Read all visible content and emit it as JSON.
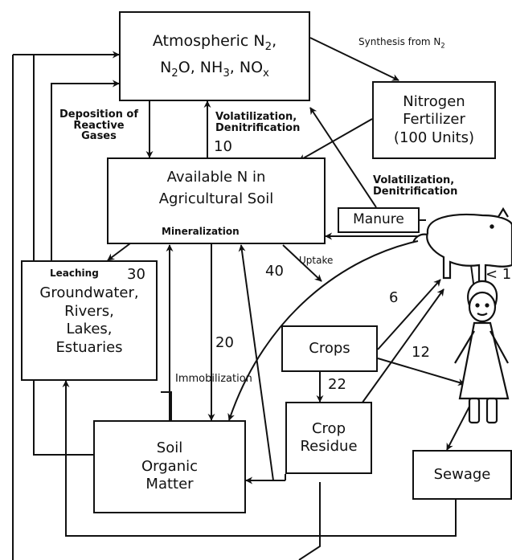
{
  "boxes": {
    "atmosphere": {
      "line1": "Atmospheric N",
      "line1_sub": "2",
      "line1_tail": ",",
      "line2a": "N",
      "line2a_sub": "2",
      "line2b": "O, NH",
      "line2b_sub": "3",
      "line2c": ", NO",
      "line2c_sub": "x"
    },
    "fertilizer": {
      "line1": "Nitrogen",
      "line2": "Fertilizer",
      "line3": "(100 Units)"
    },
    "soil": {
      "line1": "Available N in",
      "line2": "Agricultural Soil",
      "inner": "Mineralization"
    },
    "manure": {
      "label": "Manure"
    },
    "groundwater": {
      "line1": "Groundwater,",
      "line2": "Rivers,",
      "line3": "Lakes,",
      "line4": "Estuaries"
    },
    "crops": {
      "label": "Crops"
    },
    "residue": {
      "line1": "Crop",
      "line2": "Residue"
    },
    "som": {
      "line1": "Soil",
      "line2": "Organic",
      "line3": "Matter"
    },
    "sewage": {
      "label": "Sewage"
    }
  },
  "labels": {
    "synthesis_a": "Synthesis from N",
    "synthesis_sub": "2",
    "deposition": [
      "Deposition of",
      "Reactive",
      "Gases"
    ],
    "volatilization_1": [
      "Volatilization,",
      "Denitrification"
    ],
    "volatilization_2": [
      "Volatilization,",
      "Denitrification"
    ],
    "leaching": "Leaching",
    "uptake": "Uptake",
    "immobilization": "Immobilization"
  },
  "values": {
    "volatilization": "10",
    "leaching": "30",
    "uptake": "40",
    "immobilization": "20",
    "residue": "22",
    "to_animals": "6",
    "to_humans": "12",
    "animal_to_human": "< 1"
  },
  "colors": {
    "stroke": "#111111",
    "background": "#ffffff"
  }
}
